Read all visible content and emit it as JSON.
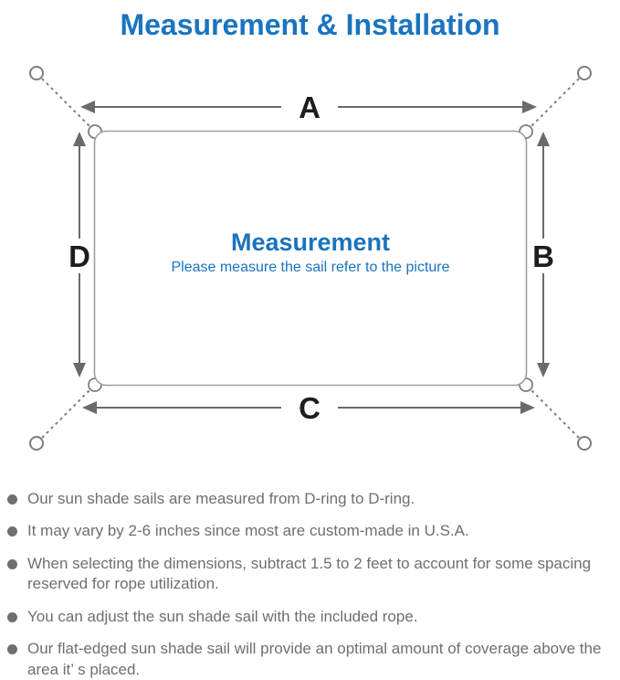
{
  "page": {
    "title": "Measurement & Installation"
  },
  "diagram": {
    "side_labels": {
      "top": "A",
      "right": "B",
      "bottom": "C",
      "left": "D"
    },
    "center_title": "Measurement",
    "center_subtitle": "Please measure the sail refer to the picture",
    "colors": {
      "accent_blue": "#1a74c0",
      "sail_border_gray": "#9e9e9e",
      "arrow_gray": "#6a6a6a",
      "ring_gray": "#7d7d7d",
      "label_black": "#1d1d1d",
      "bullet_text_gray": "#6f6f6f"
    },
    "icons": [
      "anchor-point-icon",
      "d-ring-icon",
      "measure-arrow-icon"
    ]
  },
  "bullets": [
    {
      "text": "Our sun shade sails are measured from D-ring to D-ring."
    },
    {
      "text": "It may vary by 2-6 inches since most are custom-made in U.S.A."
    },
    {
      "text": "When selecting the dimensions, subtract 1.5 to 2 feet to account for some spacing reserved for rope utilization."
    },
    {
      "text": "You can adjust the sun shade sail with the included rope."
    },
    {
      "text": "Our flat-edged sun shade sail will provide an optimal amount of coverage above the area it’ s placed."
    }
  ]
}
